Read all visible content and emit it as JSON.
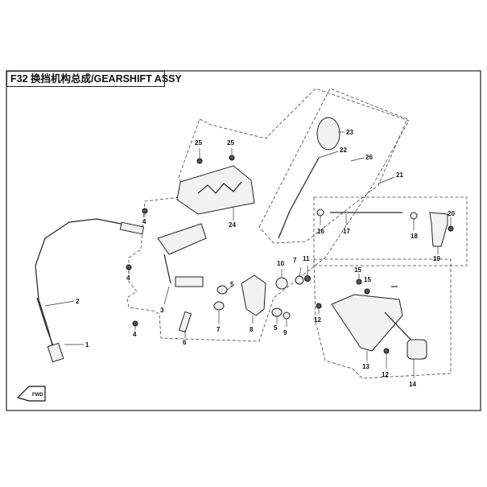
{
  "title": "F32 换挡机构总成/GEARSHIFT ASSY",
  "colors": {
    "ink": "#111111",
    "background": "#ffffff",
    "frame": "#222222"
  },
  "fwd_label": "FWD",
  "callouts": [
    "1",
    "2",
    "3",
    "4",
    "4",
    "4",
    "5",
    "5",
    "6",
    "7",
    "7",
    "8",
    "9",
    "10",
    "11",
    "12",
    "12",
    "13",
    "14",
    "15",
    "15",
    "16",
    "17",
    "18",
    "19",
    "20",
    "21",
    "22",
    "23",
    "24",
    "25",
    "25",
    "26"
  ]
}
